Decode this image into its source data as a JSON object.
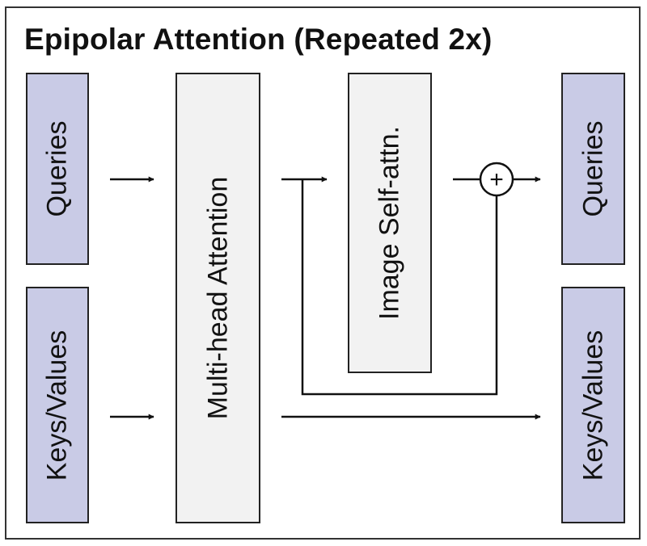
{
  "title": "Epipolar Attention (Repeated 2x)",
  "inputs": {
    "queries_label": "Queries",
    "keys_values_label": "Keys/Values"
  },
  "multi_head_attention_label": "Multi-head Attention",
  "image_self_attn_label": "Image Self-attn.",
  "sum_symbol": "+",
  "outputs": {
    "queries_label": "Queries",
    "keys_values_label": "Keys/Values"
  },
  "colors": {
    "io_fill": "#c9cbe6",
    "op_fill": "#f2f2f2",
    "stroke": "#222222"
  }
}
